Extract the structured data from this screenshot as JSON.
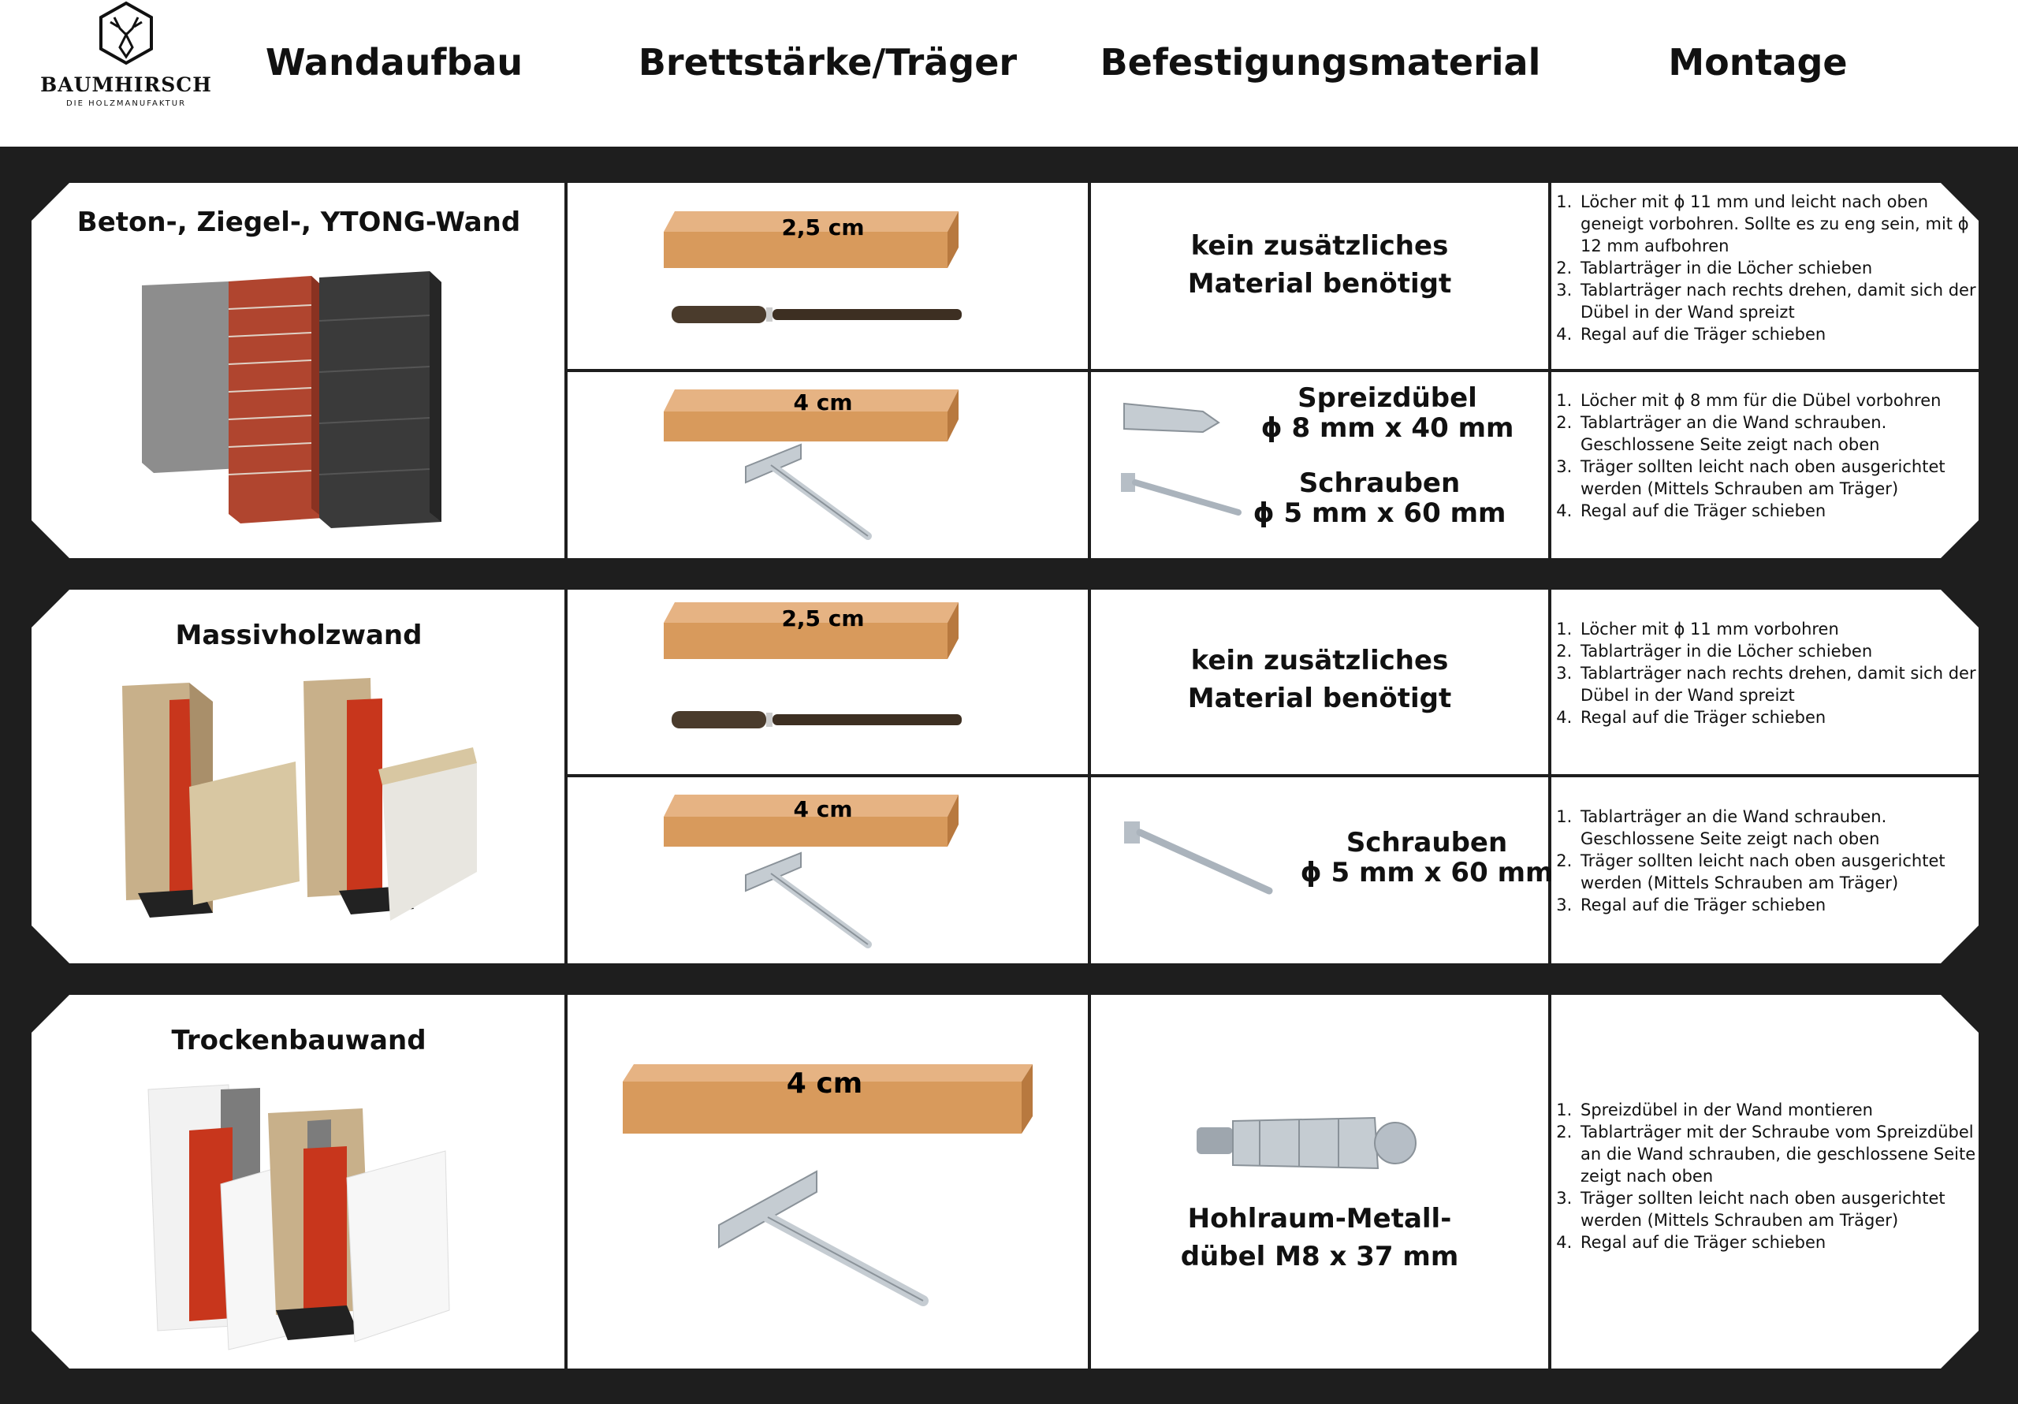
{
  "brand": {
    "name": "BAUMHIRSCH",
    "tagline": "DIE HOLZMANUFAKTUR"
  },
  "headers": [
    "Wandaufbau",
    "Brettstärke/Träger",
    "Befestigungsmaterial",
    "Montage"
  ],
  "rows": [
    {
      "wall": "Beton-, Ziegel-, YTONG-Wand",
      "options": [
        {
          "board": "2,5 cm",
          "material": [
            "kein zusätzliches",
            "Material benötigt"
          ],
          "steps": [
            "Löcher mit ϕ 11 mm und leicht nach oben geneigt vorbohren. Sollte es zu eng sein, mit ϕ 12 mm aufbohren",
            "Tablarträger in die Löcher schieben",
            "Tablarträger nach rechts drehen, damit sich der Dübel in der Wand spreizt",
            "Regal auf die Träger schieben"
          ]
        },
        {
          "board": "4 cm",
          "material_items": [
            {
              "name": "Spreizdübel",
              "size": "ϕ 8 mm x 40 mm"
            },
            {
              "name": "Schrauben",
              "size": "ϕ 5 mm x 60 mm"
            }
          ],
          "steps": [
            "Löcher mit ϕ 8 mm für die Dübel vorbohren",
            "Tablarträger an die Wand schrauben. Geschlossene Seite zeigt nach oben",
            "Träger sollten leicht nach oben ausgerichtet werden (Mittels Schrauben am Träger)",
            "Regal auf die Träger schieben"
          ]
        }
      ]
    },
    {
      "wall": "Massivholzwand",
      "options": [
        {
          "board": "2,5 cm",
          "material": [
            "kein zusätzliches",
            "Material benötigt"
          ],
          "steps": [
            "Löcher mit ϕ 11 mm vorbohren",
            "Tablarträger in die Löcher schieben",
            "Tablarträger nach rechts drehen, damit sich der Dübel in der Wand spreizt",
            "Regal auf die Träger schieben"
          ]
        },
        {
          "board": "4 cm",
          "material_items": [
            {
              "name": "Schrauben",
              "size": "ϕ 5 mm x 60 mm"
            }
          ],
          "steps": [
            "Tablarträger an die Wand schrauben. Geschlossene Seite zeigt nach oben",
            "Träger sollten leicht nach oben ausgerichtet werden (Mittels Schrauben am Träger)",
            "Regal auf die Träger schieben"
          ]
        }
      ]
    },
    {
      "wall": "Trockenbauwand",
      "options": [
        {
          "board": "4 cm",
          "material": [
            "Hohlraum-Metall-",
            "dübel M8 x 37 mm"
          ],
          "steps": [
            "Spreizdübel in der Wand montieren",
            "Tablarträger mit der Schraube vom Spreizdübel an die Wand schrauben, die geschlossene Seite zeigt nach oben",
            "Träger sollten leicht nach oben ausgerichtet werden (Mittels Schrauben am Träger)",
            "Regal auf die Träger schieben"
          ]
        }
      ]
    }
  ],
  "colors": {
    "frame": "#1e1e1e",
    "wood": "#d89a5c",
    "brick": "#b0452f",
    "concrete": "#8d8d8d",
    "ytong": "#3a3a3a",
    "red_beam": "#c8361c",
    "metal": "#c5ccd2"
  }
}
